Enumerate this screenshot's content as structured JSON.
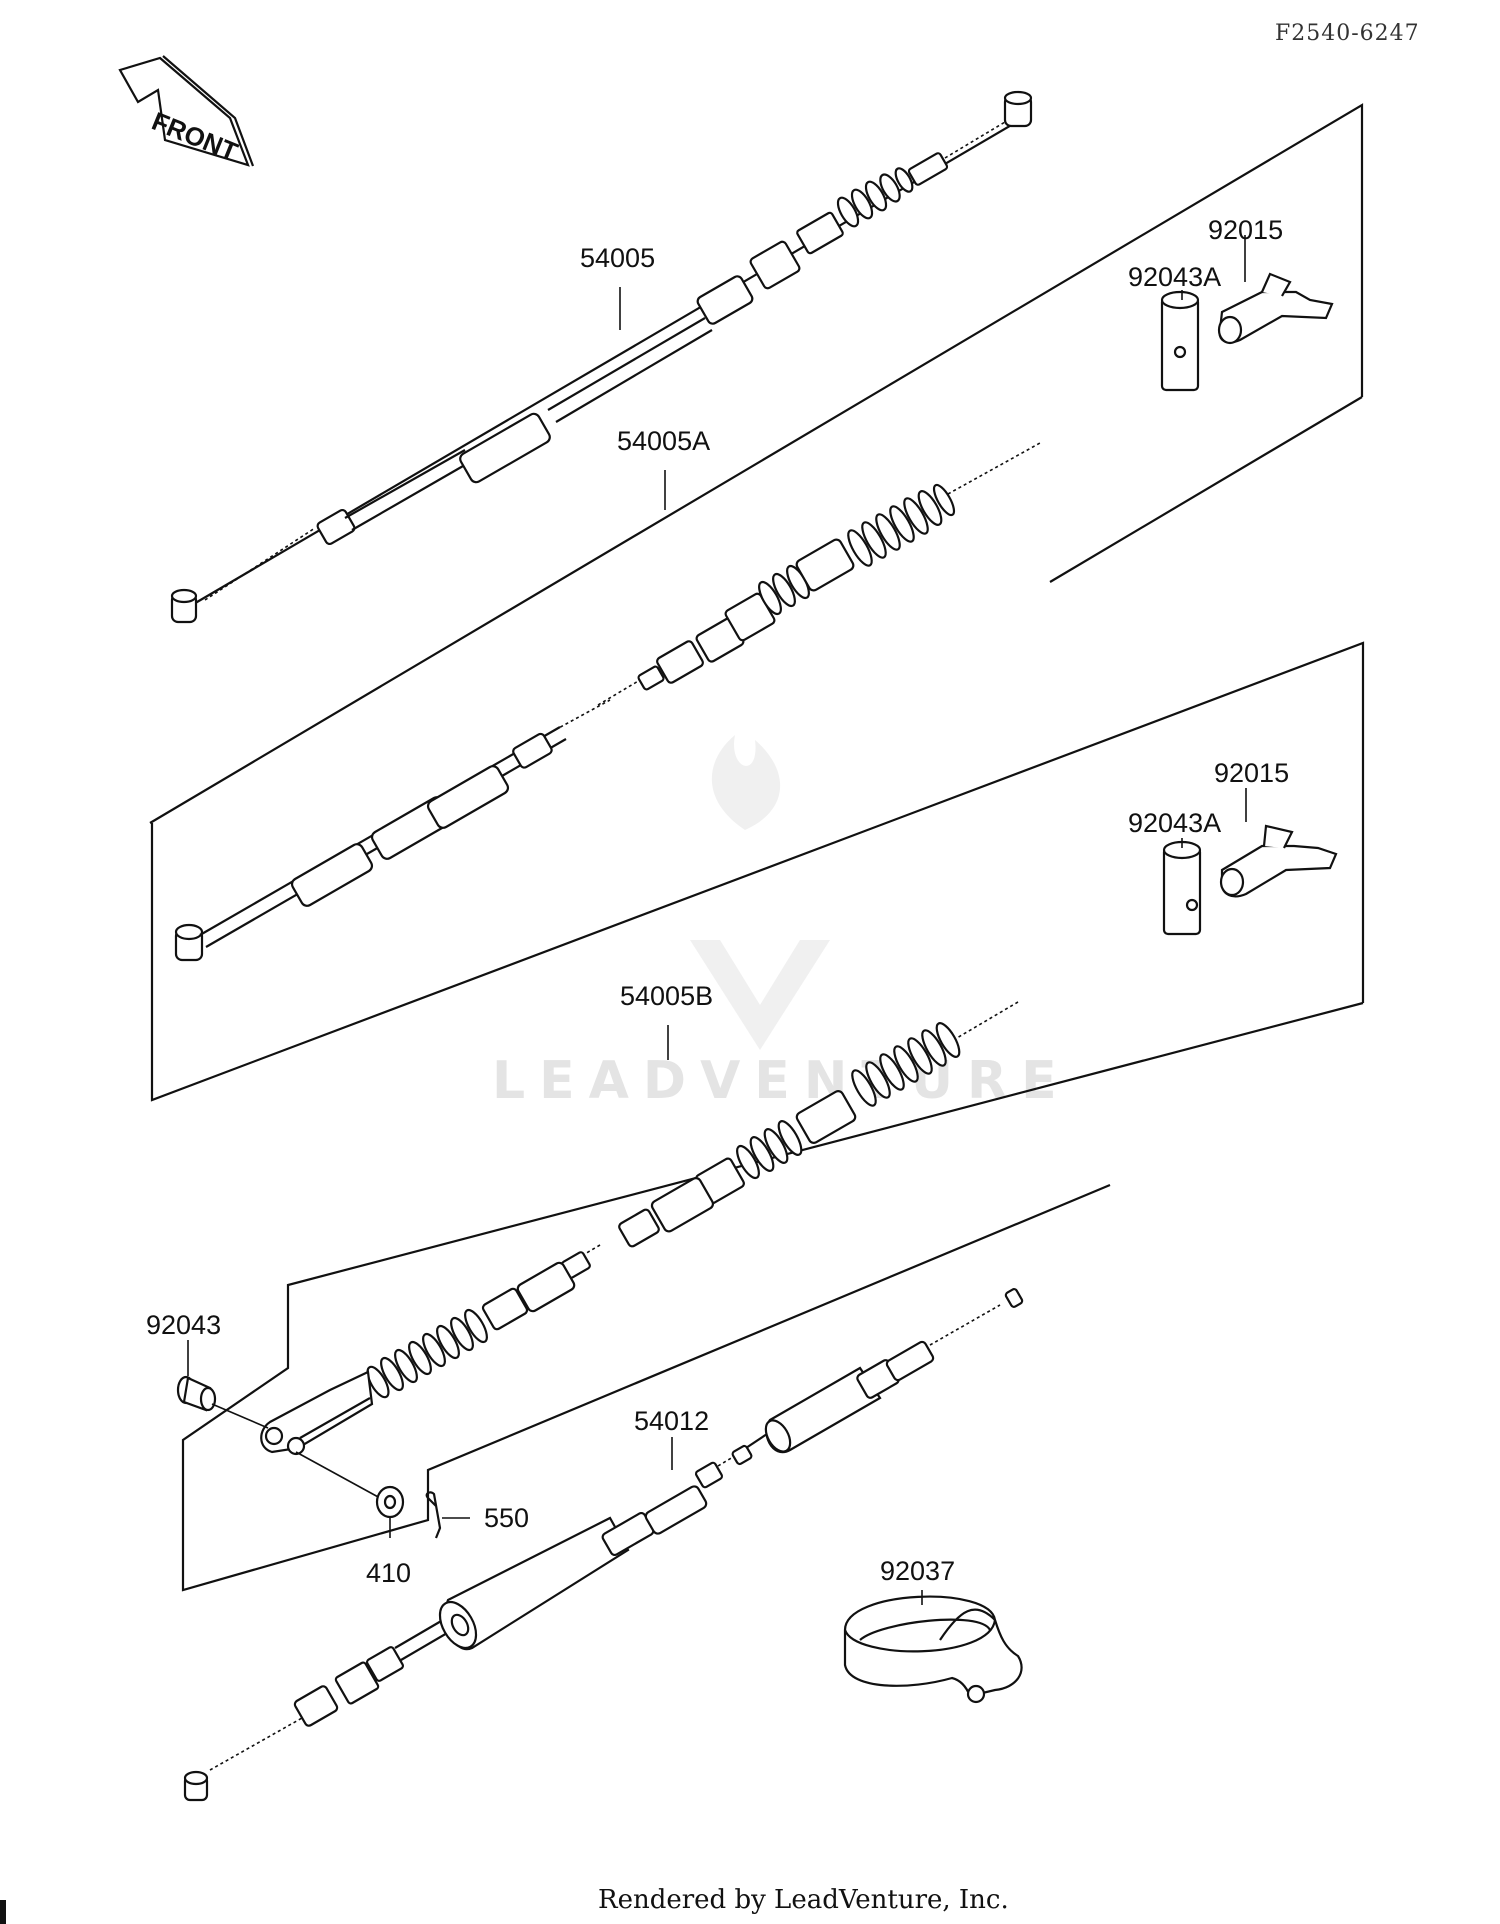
{
  "diagram": {
    "code": "F2540-6247",
    "front_label": "FRONT",
    "credit": "Rendered by LeadVenture, Inc.",
    "watermark": "LEADVENTURE",
    "parts": {
      "p54005": "54005",
      "p54005A": "54005A",
      "p54005B": "54005B",
      "p54012": "54012",
      "p92015_top": "92015",
      "p92043A_top": "92043A",
      "p92015_mid": "92015",
      "p92043A_mid": "92043A",
      "p92043": "92043",
      "p550": "550",
      "p410": "410",
      "p92037": "92037"
    }
  }
}
